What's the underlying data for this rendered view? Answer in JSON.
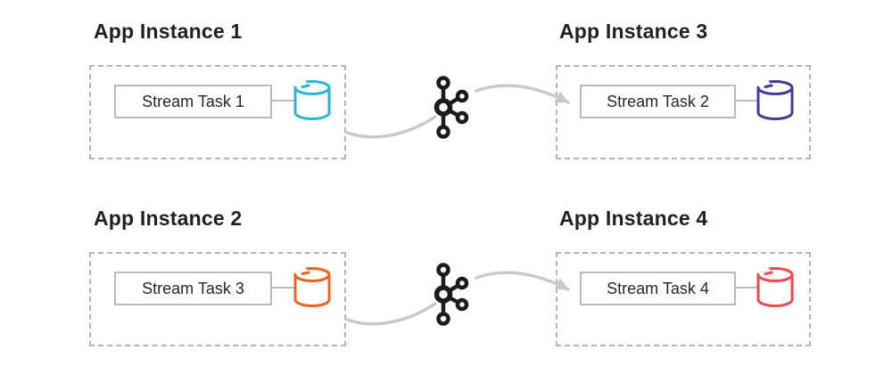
{
  "diagram": {
    "title_context": "Kafka Streams app instances with stream tasks and state stores",
    "instances": [
      {
        "title": "App Instance 1",
        "task_label": "Stream Task 1",
        "state_store_color": "#2ab5d8"
      },
      {
        "title": "App Instance 3",
        "task_label": "Stream Task 2",
        "state_store_color": "#46399c"
      },
      {
        "title": "App Instance 2",
        "task_label": "Stream Task 3",
        "state_store_color": "#f2611d"
      },
      {
        "title": "App Instance 4",
        "task_label": "Stream Task 4",
        "state_store_color": "#f0494f"
      }
    ],
    "icons": {
      "broker": "kafka-logo-icon",
      "state_store": "database-cylinder-icon"
    },
    "colors": {
      "text": "#231f20",
      "arrow": "#c9c9c9",
      "dashed_border": "#b5b5b5",
      "task_border": "#bababa",
      "kafka_icon": "#1d1a1b",
      "background": "#ffffff"
    }
  }
}
